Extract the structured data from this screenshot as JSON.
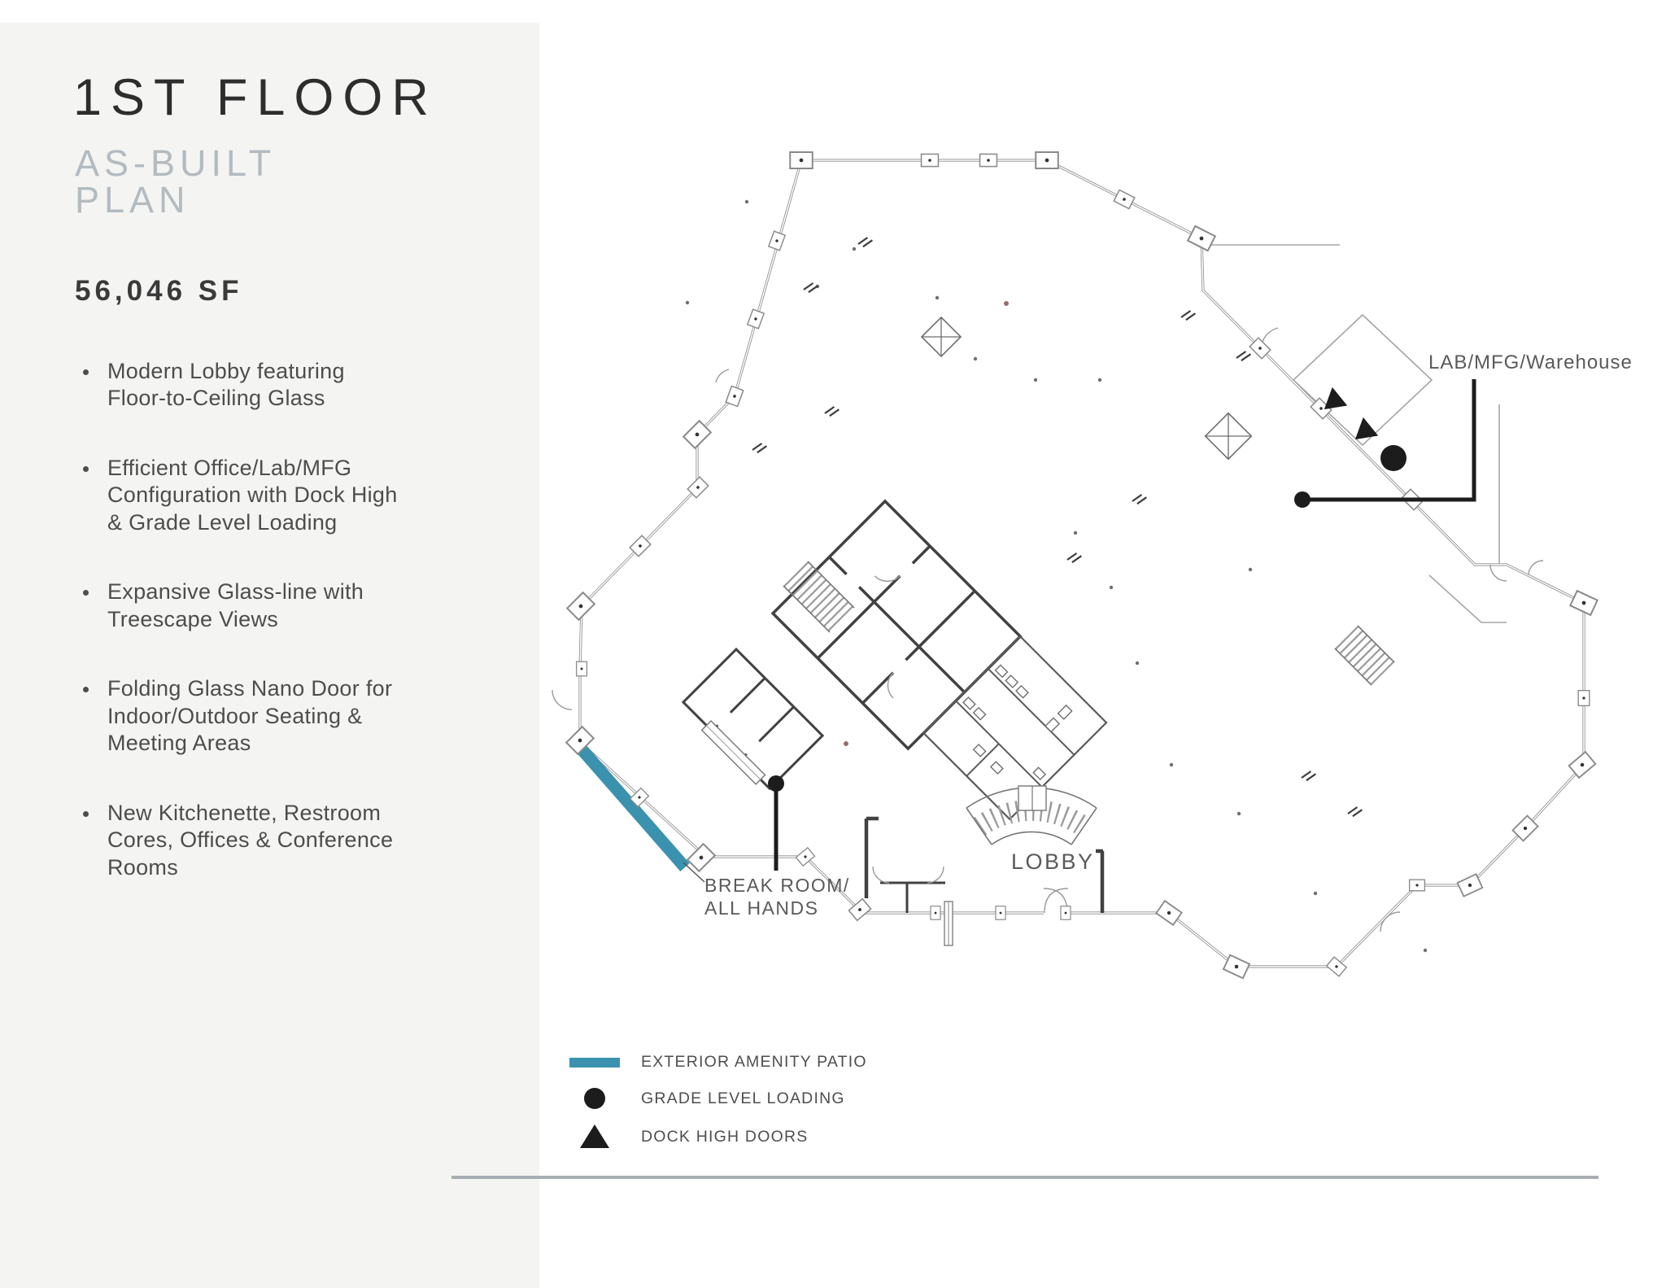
{
  "sidebar": {
    "title": "1ST FLOOR",
    "subtitle_line1": "AS-BUILT",
    "subtitle_line2": "PLAN",
    "area": "56,046 SF",
    "bullets": [
      "Modern Lobby featuring Floor-to-Ceiling Glass",
      "Efficient Office/Lab/MFG Configuration with Dock High & Grade Level Loading",
      "Expansive Glass-line with Treescape Views",
      "Folding Glass Nano Door for Indoor/Outdoor Seating & Meeting Areas",
      "New Kitchenette, Restroom Cores, Offices & Conference Rooms"
    ]
  },
  "plan_labels": {
    "lobby": "LOBBY",
    "break_room_line1": "BREAK ROOM/",
    "break_room_line2": "ALL HANDS",
    "lab_mfg": "LAB/MFG/Warehouse"
  },
  "legend": {
    "patio_label": "EXTERIOR AMENITY PATIO",
    "grade_label": "GRADE LEVEL LOADING",
    "dock_label": "DOCK HIGH DOORS"
  },
  "colors": {
    "patio_teal": "#3A92AE",
    "wall_gray": "#8f8f8f",
    "accent_black": "#1c1c1c"
  }
}
